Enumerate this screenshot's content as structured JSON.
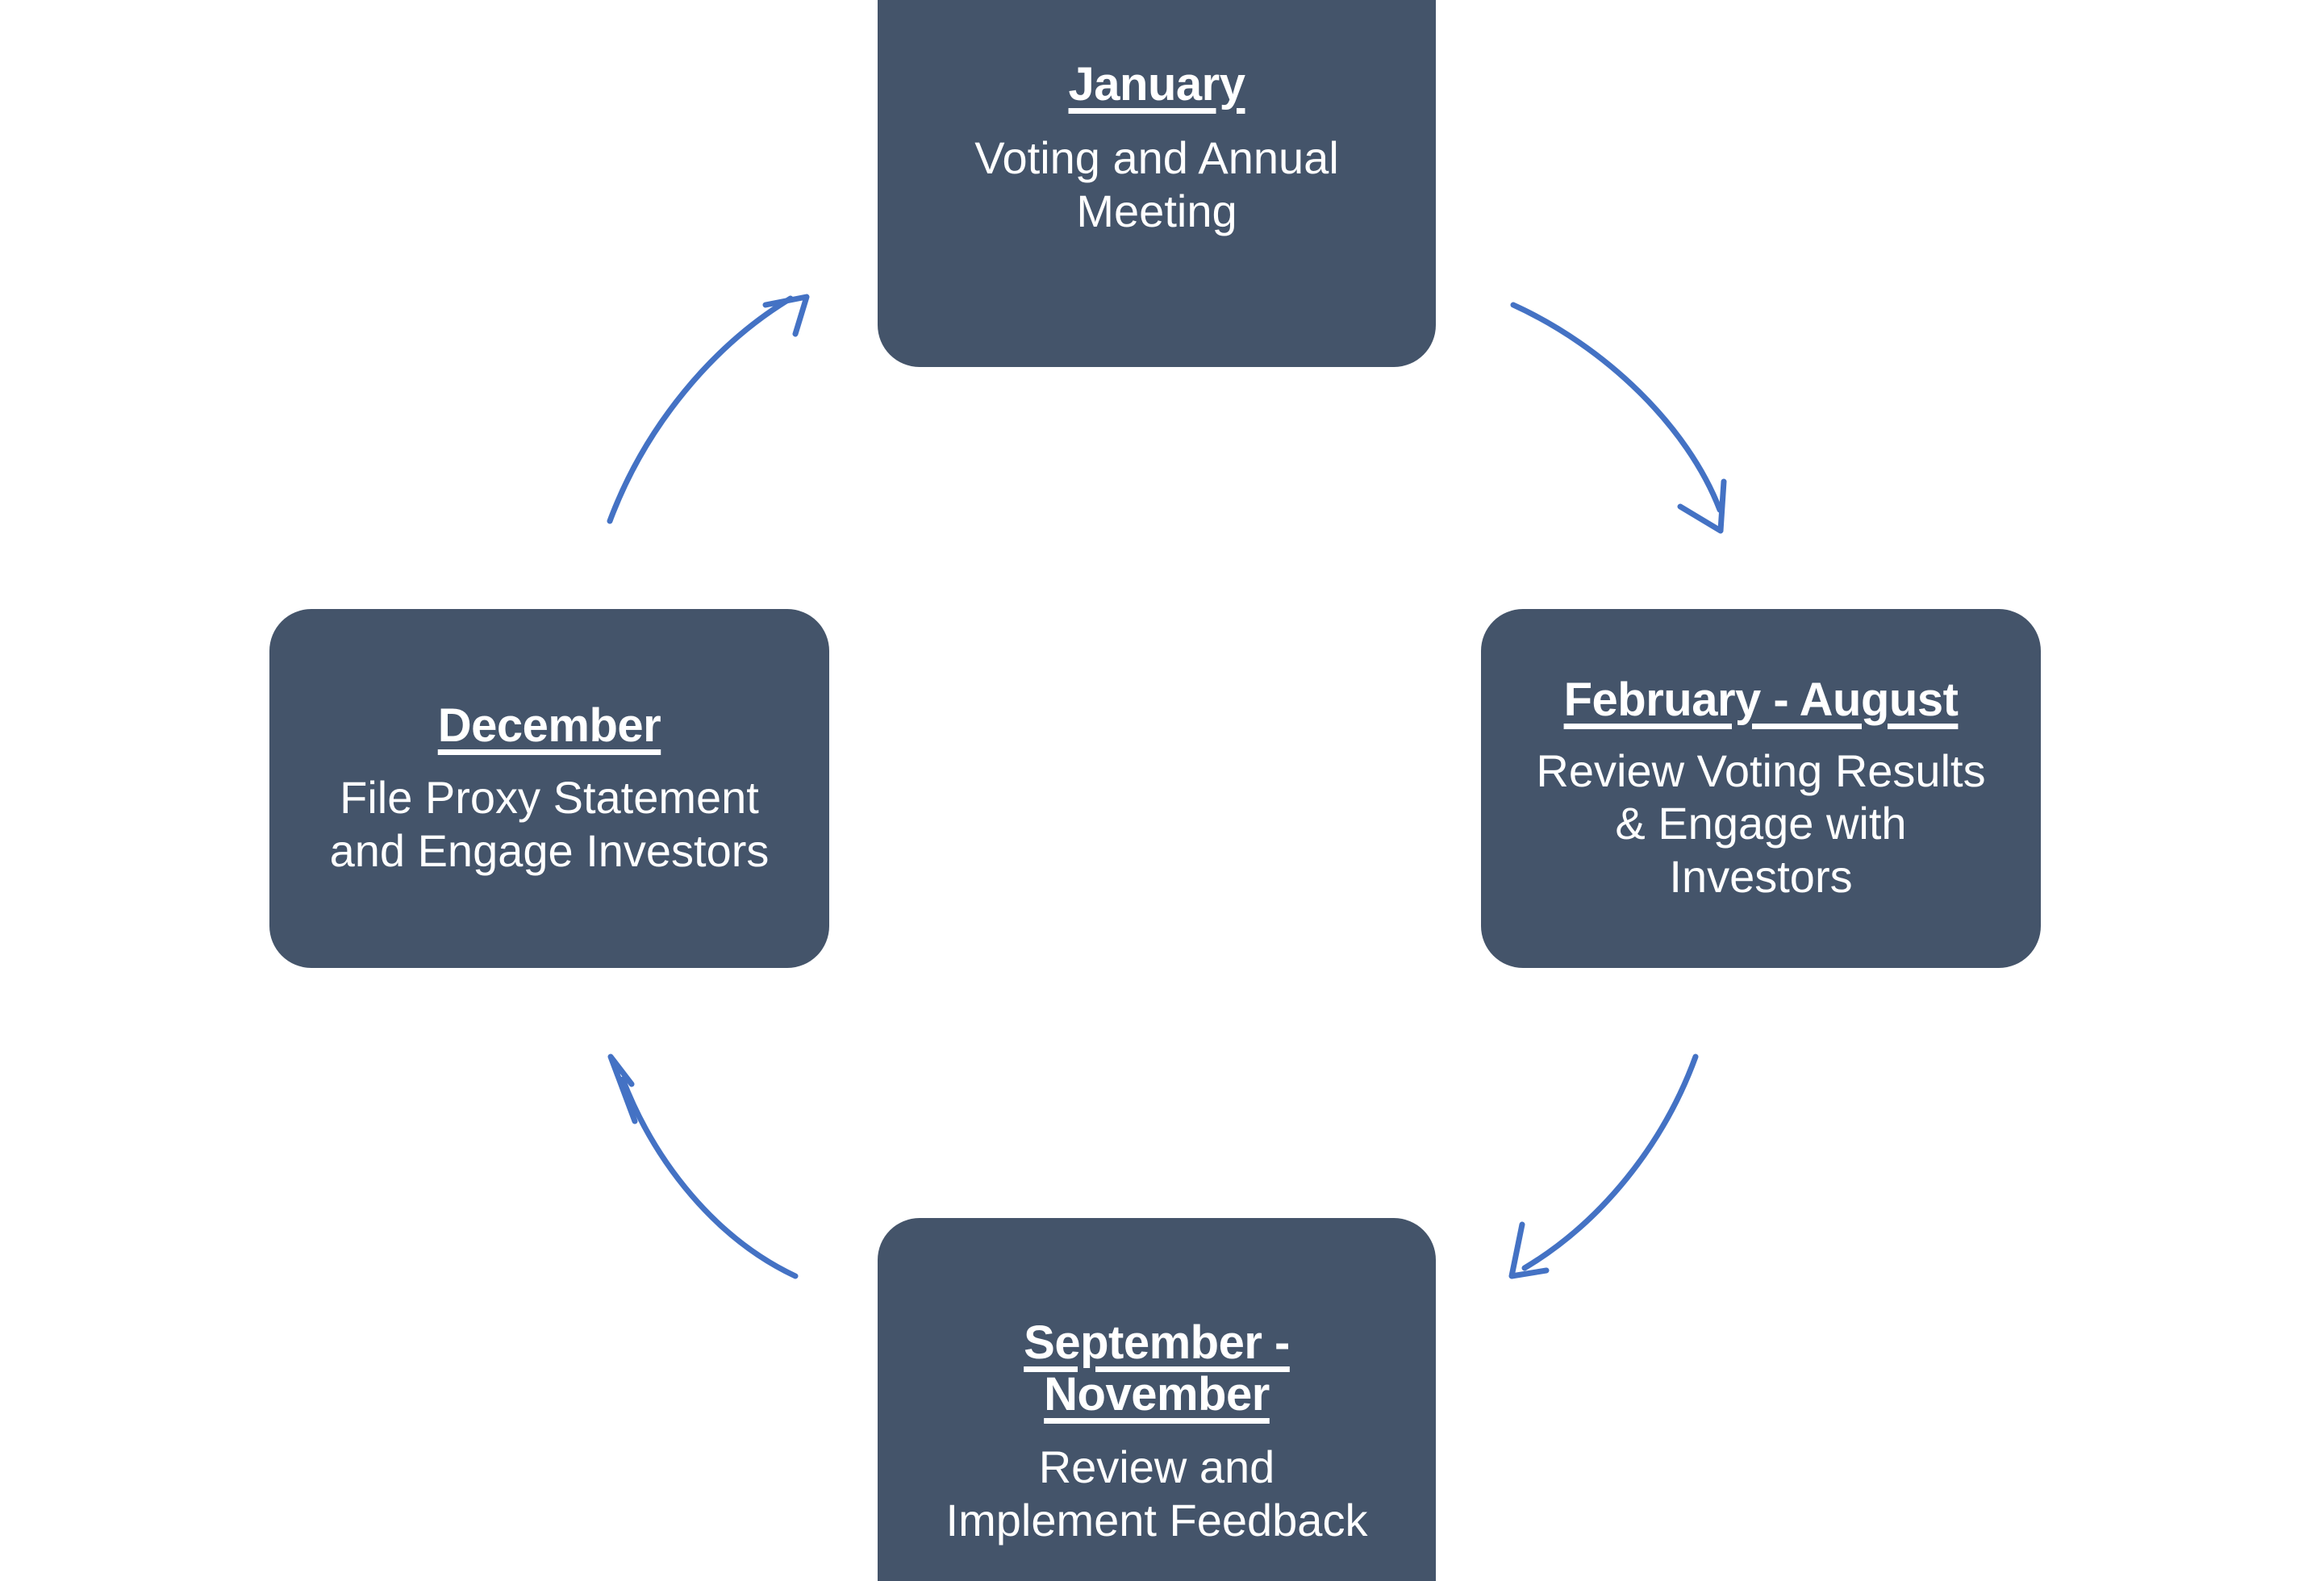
{
  "diagram": {
    "type": "cycle",
    "direction": "clockwise",
    "background_color": "#FFFFFF",
    "node_fill_color": "#44546A",
    "node_text_color": "#FFFFFF",
    "arrow_color": "#4472C4",
    "nodes": [
      {
        "id": "january",
        "position": "top",
        "title": "January",
        "body": "Voting and Annual\nMeeting"
      },
      {
        "id": "february-august",
        "position": "right",
        "title": "February - August",
        "body": "Review Voting Results\n& Engage with\nInvestors"
      },
      {
        "id": "september-november",
        "position": "bottom",
        "title": "September -\nNovember",
        "body": "Review and\nImplement Feedback"
      },
      {
        "id": "december",
        "position": "left",
        "title": "December",
        "body": "File Proxy Statement\nand Engage Investors"
      }
    ],
    "arrows": [
      {
        "id": "january-to-february-august",
        "from": "january",
        "to": "february-august"
      },
      {
        "id": "february-august-to-september-november",
        "from": "february-august",
        "to": "september-november"
      },
      {
        "id": "september-november-to-december",
        "from": "september-november",
        "to": "december"
      },
      {
        "id": "december-to-january",
        "from": "december",
        "to": "january"
      }
    ]
  }
}
